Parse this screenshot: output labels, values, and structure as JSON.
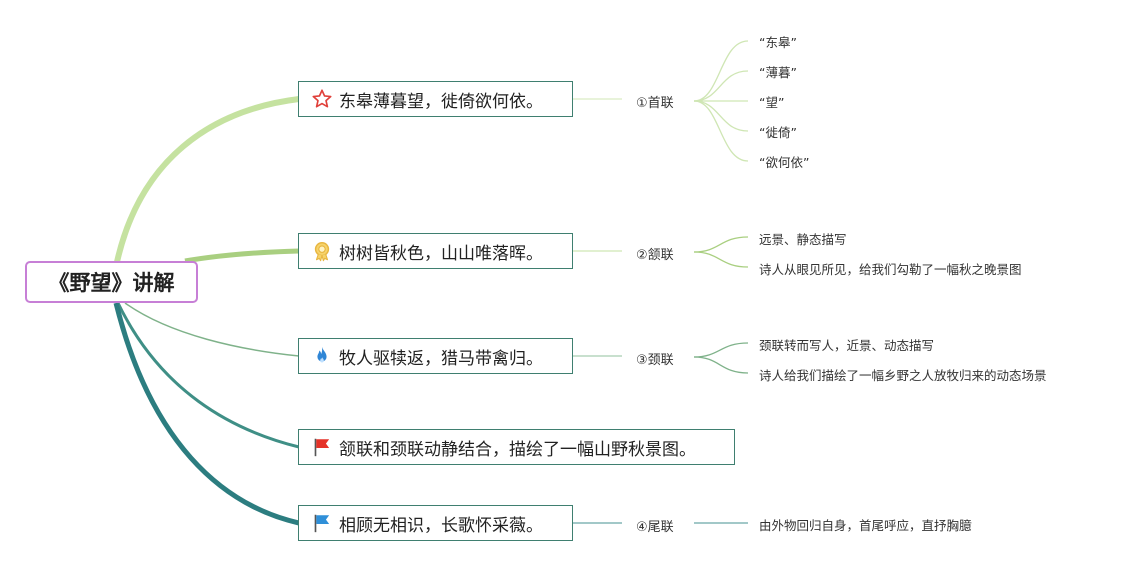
{
  "root": {
    "title": "《野望》讲解"
  },
  "branches": [
    {
      "text": "东皋薄暮望，徙倚欲何依。",
      "icon": "star-icon",
      "sub": "①首联",
      "leaves": [
        "“东皋”",
        "“薄暮”",
        "“望”",
        "“徙倚”",
        "“欲何依”"
      ]
    },
    {
      "text": "树树皆秋色，山山唯落晖。",
      "icon": "medal-icon",
      "sub": "②颔联",
      "leaves": [
        "远景、静态描写",
        "诗人从眼见所见，给我们勾勒了一幅秋之晚景图"
      ]
    },
    {
      "text": "牧人驱犊返，猎马带禽归。",
      "icon": "flame-icon",
      "sub": "③颈联",
      "leaves": [
        "颈联转而写人，近景、动态描写",
        "诗人给我们描绘了一幅乡野之人放牧归来的动态场景"
      ]
    },
    {
      "text": "颔联和颈联动静结合，描绘了一幅山野秋景图。",
      "icon": "red-flag-icon"
    },
    {
      "text": "相顾无相识，长歌怀采薇。",
      "icon": "blue-flag-icon",
      "sub": "④尾联",
      "leaves": [
        "由外物回归自身，首尾呼应，直抒胸臆"
      ]
    }
  ],
  "colors": {
    "root_border": "#c77fd6",
    "branch_border": "#3f7f70",
    "link_1": "#c5e2a0",
    "link_2": "#a9cf80",
    "link_3": "#7fb28a",
    "link_4": "#3f8f86",
    "link_5": "#2c7d80",
    "star": "#e0403a",
    "medal": "#e8b640",
    "flame": "#2f86d6",
    "red_flag": "#e53228",
    "blue_flag": "#2f8fd8"
  }
}
